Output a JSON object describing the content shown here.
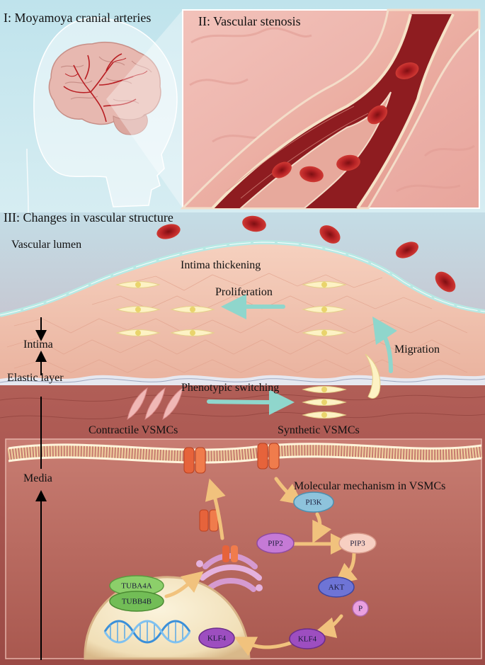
{
  "panels": {
    "panel1_title": "I: Moyamoya cranial arteries",
    "panel2_title": "II: Vascular stenosis",
    "panel3_title": "III: Changes in vascular structure"
  },
  "labels": {
    "vascular_lumen": "Vascular lumen",
    "intima_thickening": "Intima thickening",
    "proliferation": "Proliferation",
    "intima": "Intima",
    "migration": "Migration",
    "elastic_layer": "Elastic layer",
    "phenotypic_switching": "Phenotypic switching",
    "contractile_vsmcs": "Contractile VSMCs",
    "synthetic_vsmcs": "Synthetic VSMCs",
    "media": "Media",
    "molecular_mechanism": "Molecular mechanism in VSMCs"
  },
  "molecules": {
    "pi3k": "PI3K",
    "pip2": "PIP2",
    "pip3": "PIP3",
    "akt": "AKT",
    "p": "P",
    "klf4_cyto": "KLF4",
    "klf4_nucleus": "KLF4",
    "tuba4a": "TUBA4A",
    "tubb4b": "TUBB4B"
  },
  "colors": {
    "top_bg": "#c4e4ec",
    "vessel_pink": "#efb4ac",
    "rbc_red": "#b01f23",
    "media_red": "#a85a54",
    "arrow_cyan": "#8fd6cc",
    "arrow_orange": "#f1c27d"
  }
}
